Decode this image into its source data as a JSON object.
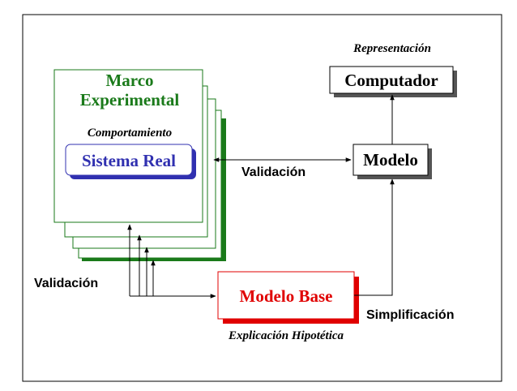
{
  "marco": {
    "title_line1": "Marco",
    "title_line2": "Experimental",
    "comportamiento": "Comportamiento",
    "sistema_real": "Sistema Real"
  },
  "representacion": "Representación",
  "computador": "Computador",
  "modelo": "Modelo",
  "validacion_top": "Validación",
  "validacion_left": "Validación",
  "modelo_base": "Modelo Base",
  "explicacion": "Explicación Hipotética",
  "simplificacion": "Simplificación",
  "colors": {
    "green": "#1a7a1a",
    "blue": "#3030b0",
    "red": "#e00000",
    "black": "#000000"
  }
}
